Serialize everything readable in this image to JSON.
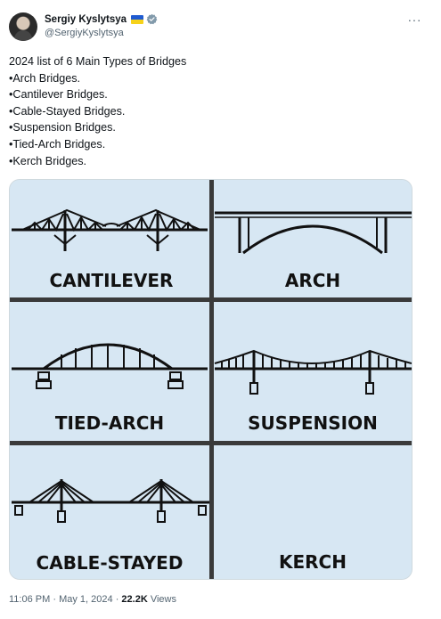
{
  "author": {
    "name": "Sergiy Kyslytsya",
    "handle": "@SergiyKyslytsya",
    "flag_icon": "ukraine-flag-icon",
    "verified_icon": "verified-badge-icon"
  },
  "menu": {
    "more_label": "···"
  },
  "tweet": {
    "lines": [
      "2024 list of 6 Main Types of Bridges",
      "•Arch Bridges.",
      "•Cantilever Bridges.",
      "•Cable-Stayed Bridges.",
      "•Suspension Bridges.",
      "•Tied-Arch Bridges.",
      "•Kerch Bridges."
    ]
  },
  "image": {
    "panels": {
      "cantilever": "CANTILEVER",
      "arch": "ARCH",
      "tied_arch": "TIED-ARCH",
      "suspension": "SUSPENSION",
      "cable_stayed": "CABLE-STAYED",
      "kerch": "KERCH"
    },
    "background": "#d7e7f3",
    "divider": "#3a3a3a"
  },
  "meta": {
    "time": "11:06 PM",
    "date": "May 1, 2024",
    "views_count": "22.2K",
    "views_label": "Views",
    "separator": "·"
  }
}
